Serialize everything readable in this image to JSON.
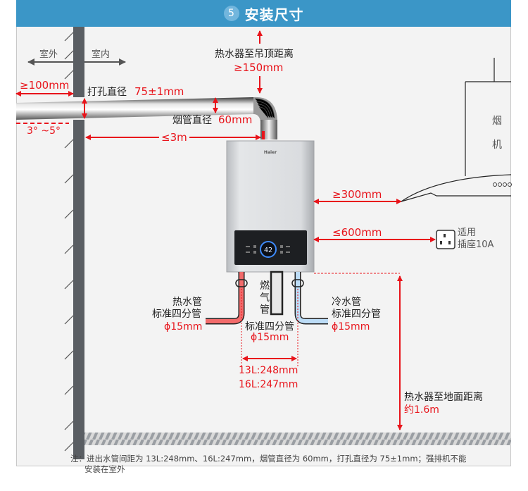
{
  "header": {
    "step_number": "5",
    "title": "安装尺寸"
  },
  "labels": {
    "outdoor": "室外",
    "indoor": "室内",
    "wall_clearance": "≥100mm",
    "hole_diameter_label": "打孔直径",
    "hole_diameter_value": "75±1mm",
    "slope": "3° ~5°",
    "flue_diameter_label": "烟管直径",
    "flue_diameter_value": "60mm",
    "flue_length": "≤3m",
    "ceiling_label": "热水器至吊顶距离",
    "ceiling_value": "≥150mm",
    "brand": "Haier",
    "display_value": "42",
    "hood_label_1": "烟",
    "hood_label_2": "机",
    "hood_clearance": "≥300mm",
    "socket_distance": "≤600mm",
    "socket_label_1": "适用",
    "socket_label_2": "插座10A",
    "hot_pipe_name": "热水管",
    "hot_pipe_type": "标准四分管",
    "hot_pipe_size": "ϕ15mm",
    "gas_pipe_name": "燃气管",
    "gas_pipe_type": "标准四分管",
    "gas_pipe_size": "ϕ15mm",
    "cold_pipe_name": "冷水管",
    "cold_pipe_type": "标准四分管",
    "cold_pipe_size": "ϕ15mm",
    "spacing_13l": "13L:248mm",
    "spacing_16l": "16L:247mm",
    "floor_label": "热水器至地面距离",
    "floor_value": "约1.6m"
  },
  "note": {
    "line1": "注：进出水管间距为 13L:248mm、16L:247mm，烟管直径为 60mm，打孔直径为 75±1mm；强排机不能",
    "line2": "安装在室外"
  },
  "colors": {
    "accent": "#3b96c7",
    "dimension": "#e8141b",
    "hot_pipe": "#f36b6b",
    "cold_pipe": "#a9d2f2",
    "wall": "#5a5e63"
  }
}
